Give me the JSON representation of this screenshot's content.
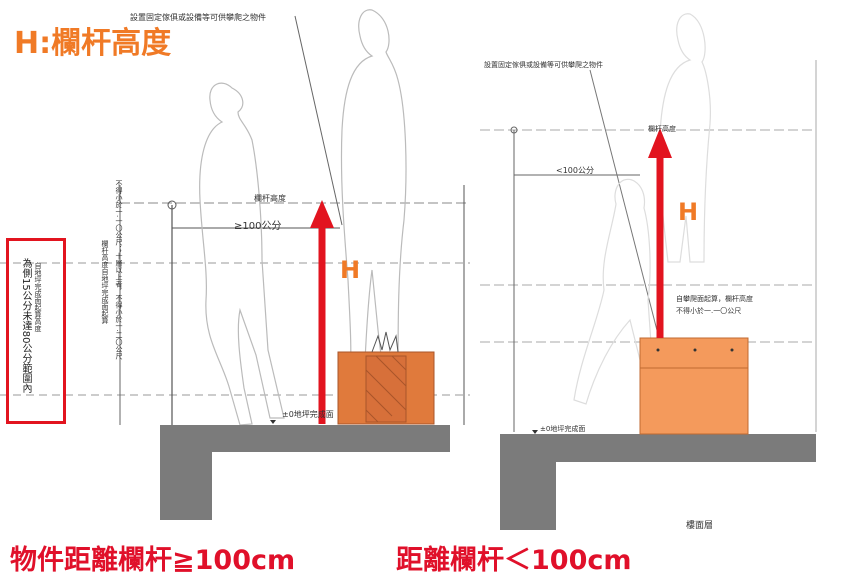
{
  "title": "H:欄杆高度",
  "left_panel": {
    "top_note": "設置固定傢俱或設備等可供攀爬之物件",
    "railing_height_label": "欄杆高度",
    "distance_label": "≥100公分",
    "floor_label": "±0地坪完成面",
    "h_marker": "H",
    "vertical_note_1": "不得小於一.一〇公尺；十層以上者，不得小於一.二〇公尺",
    "vertical_note_2": "欄杆高度自地坪完成面起算",
    "boxed_note_1": "自地坪完成面起算高度",
    "boxed_note_2": "為側15公分未達80公分範圍內"
  },
  "right_panel": {
    "top_note": "設置固定傢俱或設備等可供攀爬之物件",
    "railing_height_label": "欄杆高度",
    "distance_label": "<100公分",
    "h_marker": "H",
    "mid_note_1": "自攀爬面起算，欄杆高度",
    "mid_note_2": "不得小於一.一〇公尺",
    "mid_note_3": "",
    "floor_label": "±0地坪完成面",
    "bottom_label": "樓面層"
  },
  "captions": {
    "left": "物件距離欄杆≧100cm",
    "right": "距離欄杆＜100cm"
  },
  "colors": {
    "title": "#f07a26",
    "arrow": "#e2141f",
    "caption": "#e0102a",
    "planter_left": "#e07a3c",
    "planter_right": "#f49a5c",
    "floor": "#7a7a7a"
  }
}
